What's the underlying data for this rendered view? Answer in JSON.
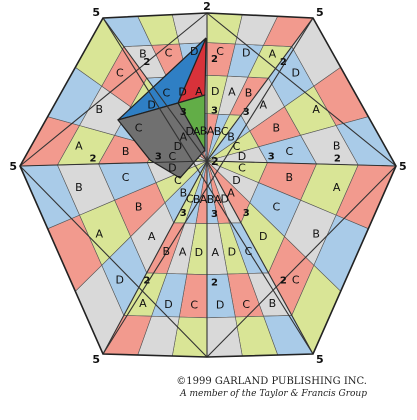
{
  "figure": {
    "vertex_labels": {
      "top": "2",
      "upper_left": "5",
      "upper_right": "5",
      "left": "5",
      "right": "5",
      "lower_left": "5",
      "lower_right": "5",
      "center": "2"
    },
    "piece_labels": [
      "A",
      "B",
      "C",
      "D"
    ],
    "edge_labels": [
      "2",
      "3"
    ],
    "colors": {
      "A": "#f29a8e",
      "B": "#a9cbe8",
      "C": "#d9e596",
      "D": "#d9d9d9",
      "highlight_red": "#d8323a",
      "highlight_green": "#62ad47",
      "highlight_blue": "#2f7fc4",
      "highlight_dark": "#707070"
    }
  },
  "credit": {
    "line1": "©1999 GARLAND PUBLISHING INC.",
    "line2": "A member of the Taylor & Francis Group"
  }
}
